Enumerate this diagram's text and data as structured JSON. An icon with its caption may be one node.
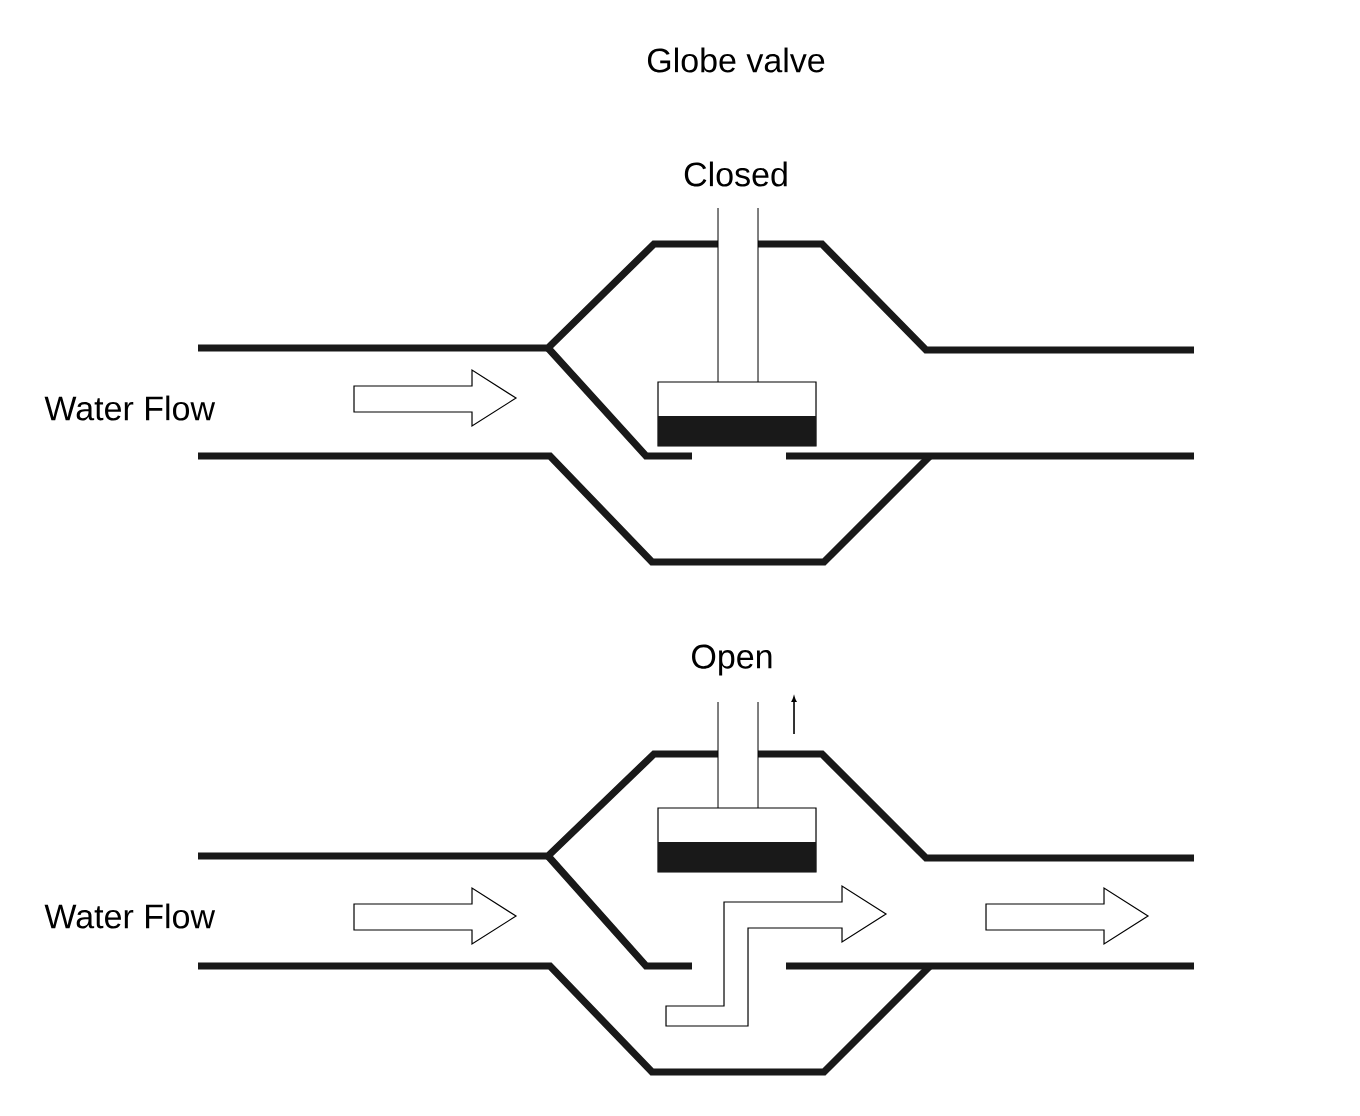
{
  "diagram": {
    "title": "Globe valve",
    "labels": [
      "Closed",
      "Water Flow",
      "Open",
      "Water Flow"
    ]
  }
}
